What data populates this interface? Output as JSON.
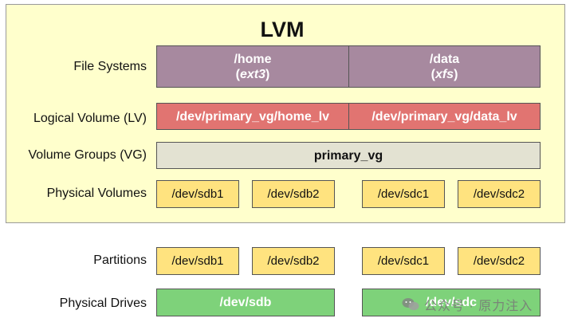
{
  "title": "LVM",
  "row_labels": {
    "file_systems": "File Systems",
    "logical_volume": "Logical Volume (LV)",
    "volume_groups": "Volume Groups (VG)",
    "physical_volumes": "Physical Volumes",
    "partitions": "Partitions",
    "physical_drives": "Physical Drives"
  },
  "file_systems": [
    {
      "path": "/home",
      "open": "(",
      "type": "ext3",
      "close": ")"
    },
    {
      "path": "/data",
      "open": "(",
      "type": "xfs",
      "close": ")"
    }
  ],
  "logical_volumes": [
    "/dev/primary_vg/home_lv",
    "/dev/primary_vg/data_lv"
  ],
  "volume_group": "primary_vg",
  "physical_volumes": [
    "/dev/sdb1",
    "/dev/sdb2",
    "/dev/sdc1",
    "/dev/sdc2"
  ],
  "partitions": [
    "/dev/sdb1",
    "/dev/sdb2",
    "/dev/sdc1",
    "/dev/sdc2"
  ],
  "physical_drives": [
    "/dev/sdb",
    "/dev/sdc"
  ],
  "watermark": "公众号 · 原力注入",
  "colors": {
    "lvm_background": "#ffffcc",
    "file_system": "#a7899f",
    "logical_volume": "#e17471",
    "volume_group": "#e3e2d2",
    "physical_volume": "#ffe37f",
    "physical_drive": "#7ed27a"
  }
}
